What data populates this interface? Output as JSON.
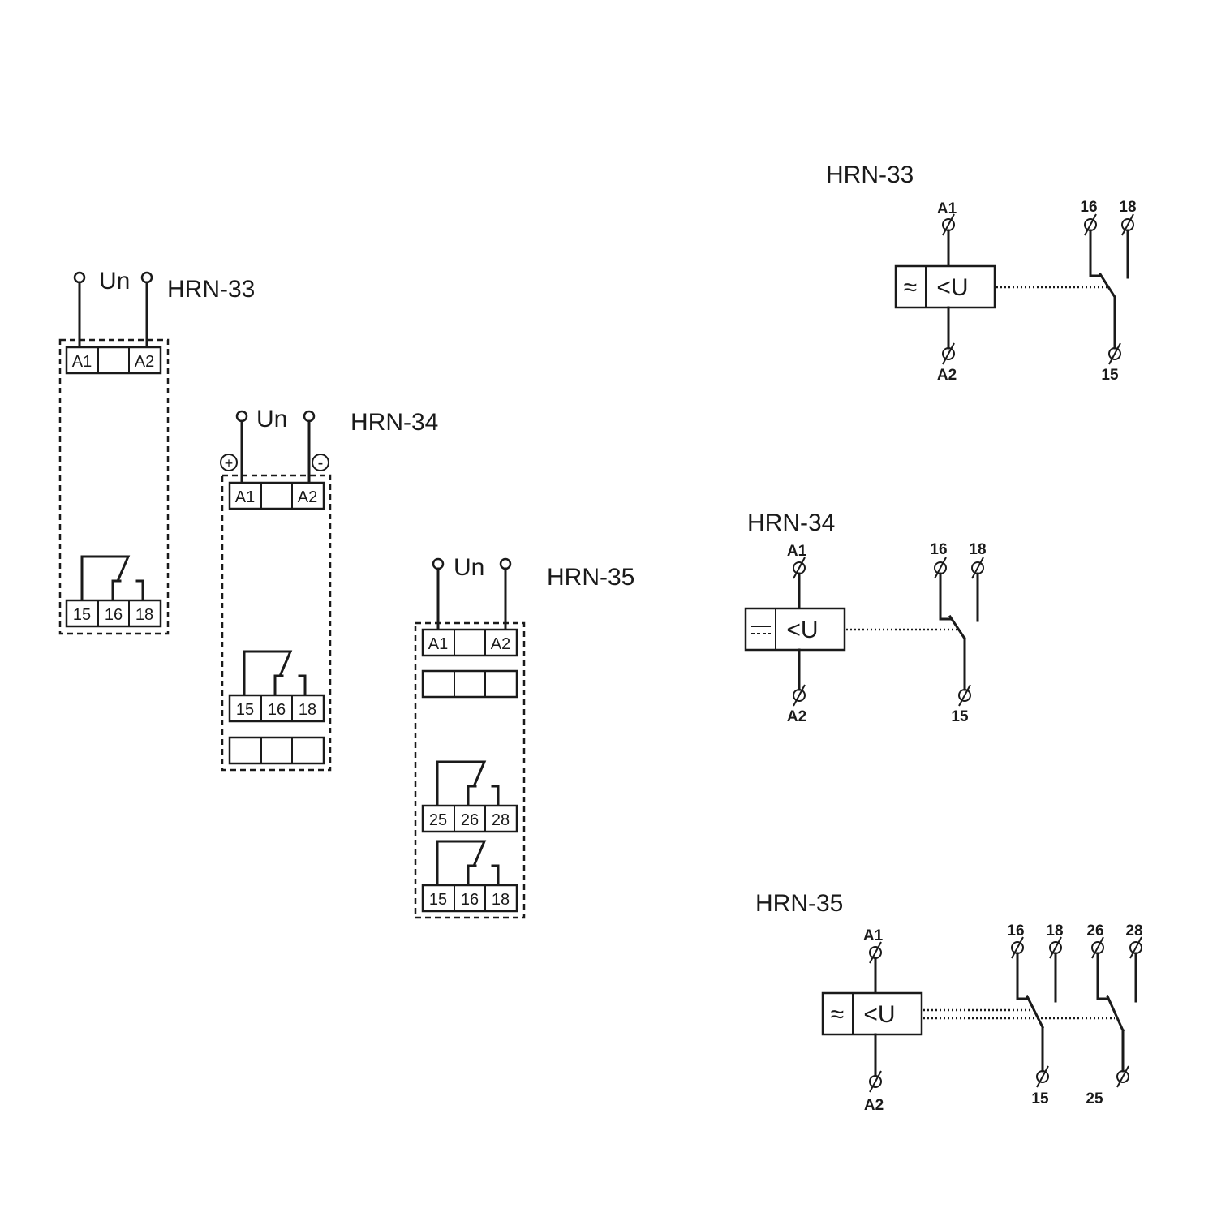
{
  "panels": {
    "hrn33": {
      "title": "HRN-33",
      "supply": "Un",
      "top_cells": [
        "A1",
        "",
        "A2"
      ],
      "bottom_cells": [
        "15",
        "16",
        "18"
      ]
    },
    "hrn34": {
      "title": "HRN-34",
      "supply": "Un",
      "plus": "+",
      "minus": "-",
      "top_cells": [
        "A1",
        "",
        "A2"
      ],
      "bottom_cells": [
        "15",
        "16",
        "18"
      ]
    },
    "hrn35": {
      "title": "HRN-35",
      "supply": "Un",
      "top_cells": [
        "A1",
        "",
        "A2"
      ],
      "mid_cells": [
        "25",
        "26",
        "28"
      ],
      "bottom_cells": [
        "15",
        "16",
        "18"
      ]
    }
  },
  "schematics": {
    "hrn33": {
      "title": "HRN-33",
      "coil_symbol": "≈",
      "coil_label": "<U",
      "terminals": {
        "a1": "A1",
        "a2": "A2",
        "t16": "16",
        "t18": "18",
        "t15": "15"
      }
    },
    "hrn34": {
      "title": "HRN-34",
      "coil_symbol": "⎓",
      "coil_label": "<U",
      "terminals": {
        "a1": "A1",
        "a2": "A2",
        "t16": "16",
        "t18": "18",
        "t15": "15"
      }
    },
    "hrn35": {
      "title": "HRN-35",
      "coil_symbol": "≈",
      "coil_label": "<U",
      "terminals": {
        "a1": "A1",
        "a2": "A2",
        "t16": "16",
        "t18": "18",
        "t26": "26",
        "t28": "28",
        "t15": "15",
        "t25": "25"
      }
    }
  }
}
